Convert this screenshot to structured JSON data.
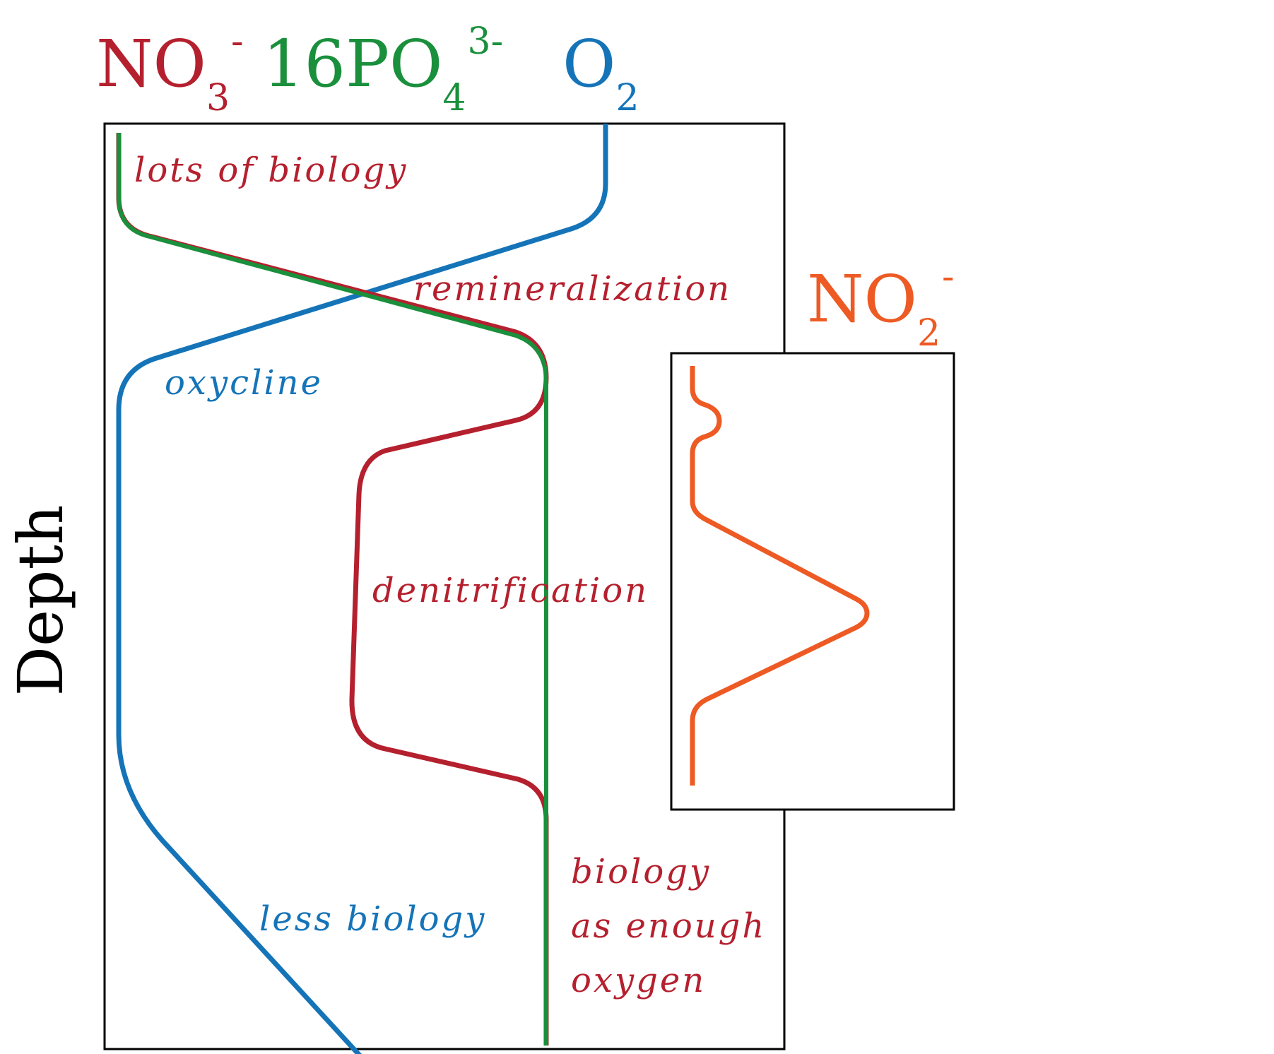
{
  "colors": {
    "nitrate": "#b5202e",
    "phosphate": "#1a8f3c",
    "oxygen": "#1574b8",
    "nitrite": "#ee5a24",
    "frame": "#000000"
  },
  "axis": {
    "ylabel": "Depth"
  },
  "species": {
    "nitrate": {
      "main": "NO",
      "sub": "3",
      "sup": "-"
    },
    "phosphate": {
      "main": "16PO",
      "sub": "4",
      "sup": "3-"
    },
    "oxygen": {
      "main": "O",
      "sub": "2"
    },
    "nitrite": {
      "main": "NO",
      "sub": "2",
      "sup": "-"
    }
  },
  "annotations": {
    "lots_of_biology": "lots of biology",
    "remineralization": "remineralization",
    "oxycline": "oxycline",
    "denitrification": "denitrification",
    "less_biology": "less biology",
    "biology_line1": "biology",
    "biology_line2": "as enough",
    "biology_line3": "oxygen"
  }
}
